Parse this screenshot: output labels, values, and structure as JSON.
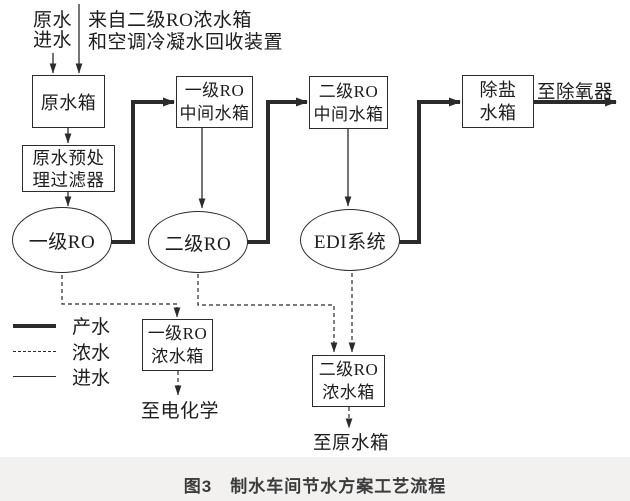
{
  "figure": {
    "caption": "图3　制水车间节水方案工艺流程"
  },
  "nodes": {
    "raw_tank": {
      "label": "原水箱"
    },
    "pre_filter": {
      "label": "原水预处\n理过滤器"
    },
    "ro1_inter_tank": {
      "label": "一级RO\n中间水箱"
    },
    "ro2_inter_tank": {
      "label": "二级RO\n中间水箱"
    },
    "desalted_tank": {
      "label": "除盐\n水箱"
    },
    "ro1": {
      "label": "一级RO"
    },
    "ro2": {
      "label": "二级RO"
    },
    "edi": {
      "label": "EDI系统"
    },
    "ro1_conc_tank": {
      "label": "一级RO\n浓水箱"
    },
    "ro2_conc_tank": {
      "label": "二级RO\n浓水箱"
    }
  },
  "labels": {
    "raw_water_inlet": "原水\n进水",
    "from_recovery": "来自二级RO浓水箱\n和空调冷凝水回收装置",
    "to_deaerator": "至除氧器",
    "to_electrochemistry": "至电化学",
    "to_raw_tank": "至原水箱"
  },
  "legend": {
    "items": [
      {
        "style": "thick-solid",
        "label": "产水"
      },
      {
        "style": "dashed",
        "label": "浓水"
      },
      {
        "style": "thin-solid",
        "label": "进水"
      }
    ]
  },
  "colors": {
    "line": "#2b2b2b",
    "text": "#1d1d1d",
    "caption": "#3b3b3b",
    "background": "#ffffff",
    "caption_strip": "#f2f1f0"
  }
}
